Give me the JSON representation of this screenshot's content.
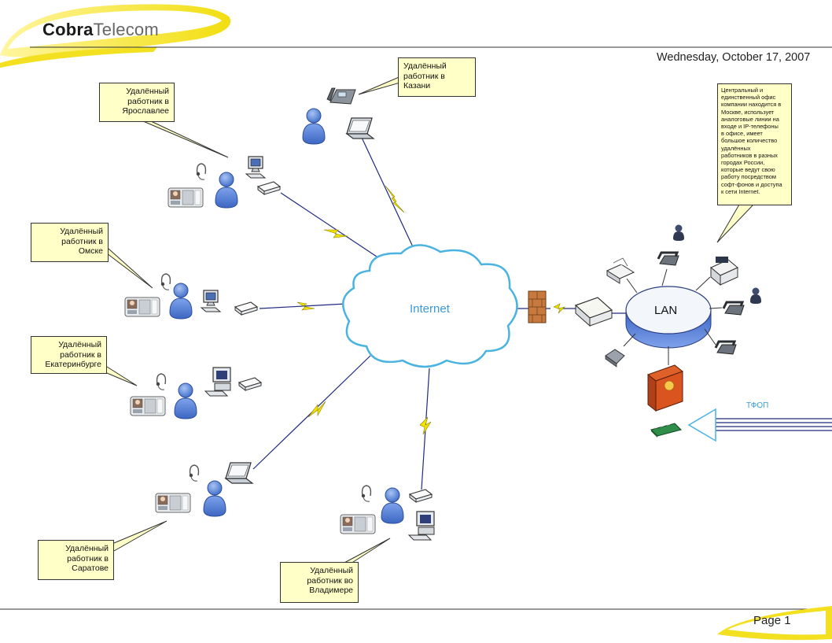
{
  "header": {
    "brand_bold": "Cobra",
    "brand_light": "Telecom",
    "date": "Wednesday, October 17, 2007"
  },
  "footer": {
    "page": "Page 1"
  },
  "cloud_label": "Internet",
  "lan_label": "LAN",
  "pstn_label": "ТФОП",
  "callouts": {
    "kazan": "Удалённый\nработник в\nКазани",
    "yaroslavl": "Удалённый\nработник в\nЯрославлее",
    "omsk": "Удалённый\nработник в\nОмске",
    "ekaterinburg": "Удалённый\nработник в\nЕкатеринбурге",
    "saratov": "Удалённый\nработник в\nСаратове",
    "vladimir": "Удалённый\nработник во\nВладимере"
  },
  "office_note": "Центральный и\nединственный офис\nкомпании находится в\nМоскве, использует\nаналоговые линии на\nвходе и IP-телефоны\nв офисе, имеет\nбольшое количество\nудалённых\nработников в разных\nгородах России,\nкоторые ведут свою\nработу посредством\nсофт-фонов и доступа\nк сети Internet.",
  "colors": {
    "cloud_stroke": "#4ab3e0",
    "link": "#1f2a80",
    "bolt": "#f2e100",
    "lan_disk": "#5a82d6",
    "person": "#4f7ed8",
    "callout_fill": "#ffffc8",
    "swoosh": "#f5e830"
  },
  "icons": [
    "person-icon",
    "laptop-icon",
    "desktop-icon",
    "ip-phone-icon",
    "headset-icon",
    "softphone-icon",
    "modem-icon",
    "firewall-icon",
    "router-icon",
    "server-icon",
    "fax-icon",
    "gateway-card-icon"
  ]
}
